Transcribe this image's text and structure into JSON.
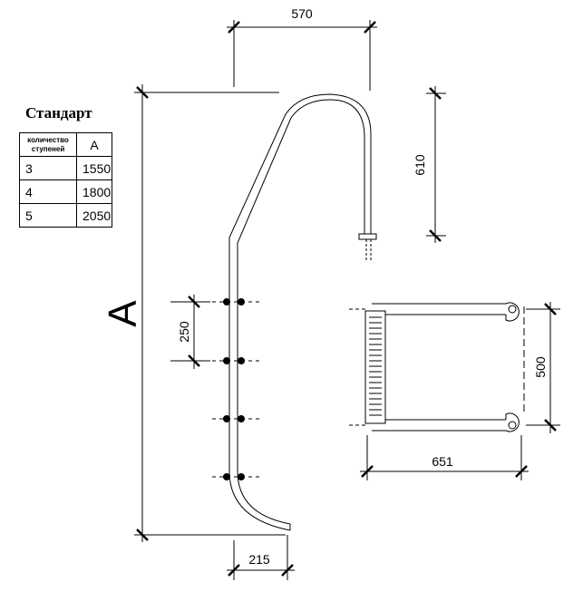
{
  "standard_table": {
    "title": "Стандарт",
    "header_steps": "количество ступеней",
    "header_a": "A",
    "rows": [
      {
        "steps": "3",
        "a": "1550"
      },
      {
        "steps": "4",
        "a": "1800"
      },
      {
        "steps": "5",
        "a": "2050"
      }
    ]
  },
  "dimensions": {
    "top_width": "570",
    "hook_drop": "610",
    "step_pitch": "250",
    "overall_height": "A",
    "ladder_depth": "500",
    "ladder_width": "651",
    "bottom_offset": "215"
  }
}
